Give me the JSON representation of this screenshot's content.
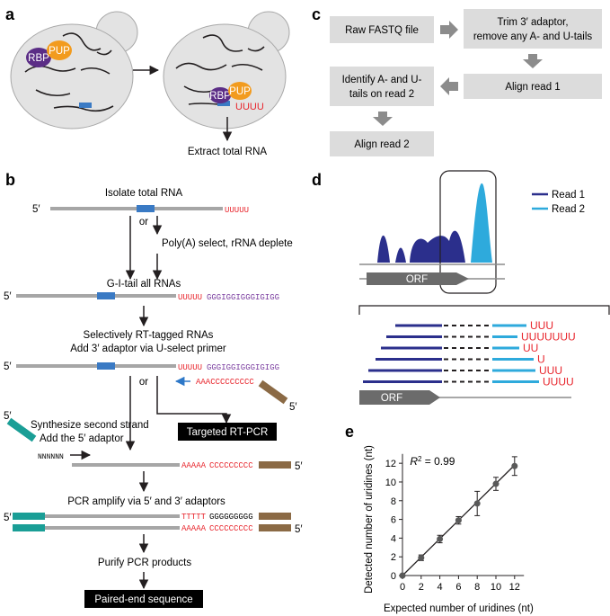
{
  "panels": {
    "a": "a",
    "b": "b",
    "c": "c",
    "d": "d",
    "e": "e"
  },
  "panel_a": {
    "rbp": "RBP",
    "pup": "PUP",
    "tail": "UUUU",
    "extract": "Extract total RNA"
  },
  "panel_b": {
    "five_prime": "5′",
    "isolate": "Isolate total RNA",
    "u_tail_1": "UUUUU",
    "or": "or",
    "polya": "Poly(A) select, rRNA deplete",
    "gi_tail": "G-I-tail all RNAs",
    "u_tail_2": "UUUUU",
    "gi_seq_2": "GGGIGGIGGGIGIGG",
    "rt_line1": "Selectively RT-tagged RNAs",
    "rt_line2": "Add 3′ adaptor via U-select primer",
    "u_tail_3": "UUUUU",
    "gi_seq_3": "GGGIGGIGGGIGIGG",
    "primer": "AAACCCCCCCCC",
    "targeted": "Targeted RT-PCR",
    "second_line1": "Synthesize second strand",
    "second_line2": "Add the 5′ adaptor",
    "nnn": "NNNNNN",
    "polya_seq": "AAAAA",
    "c_seq": "CCCCCCCCC",
    "pcr": "PCR amplify via 5′ and 3′ adaptors",
    "t_seq": "TTTTT",
    "g_seq": "GGGGGGGGG",
    "purify": "Purify PCR products",
    "paired": "Paired-end sequence"
  },
  "panel_c": {
    "raw": "Raw FASTQ file",
    "trim1": "Trim 3′ adaptor,",
    "trim2": "remove any A- and U-tails",
    "align1": "Align read 1",
    "identify1": "Identify A- and U-",
    "identify2": "tails on read 2",
    "align2": "Align read 2"
  },
  "panel_d": {
    "read1": "Read 1",
    "read2": "Read 2",
    "orf": "ORF",
    "tails": [
      "UUU",
      "UUUUUUU",
      "UU",
      "U",
      "UUU",
      "UUUU"
    ],
    "colors": {
      "read1": "#2b2f8c",
      "read2": "#2eaadc",
      "tail": "#e8262d"
    }
  },
  "chart_data": {
    "type": "scatter",
    "xlabel": "Expected number of uridines (nt)",
    "ylabel": "Detected number of uridines (nt)",
    "annotation_r": "R",
    "annotation_exp": "2",
    "annotation_val": " = 0.99",
    "xlim": [
      0,
      13
    ],
    "ylim": [
      0,
      13
    ],
    "xticks": [
      "0",
      "2",
      "4",
      "6",
      "8",
      "10",
      "12"
    ],
    "yticks": [
      "0",
      "2",
      "4",
      "6",
      "8",
      "10",
      "12"
    ],
    "x": [
      0,
      2,
      4,
      6,
      8,
      10,
      12
    ],
    "y": [
      0,
      1.9,
      3.9,
      5.9,
      7.7,
      9.8,
      11.7
    ],
    "err": [
      0.1,
      0.3,
      0.4,
      0.4,
      1.3,
      0.7,
      1.0
    ],
    "fit": [
      [
        0,
        0
      ],
      [
        12,
        11.8
      ]
    ]
  }
}
